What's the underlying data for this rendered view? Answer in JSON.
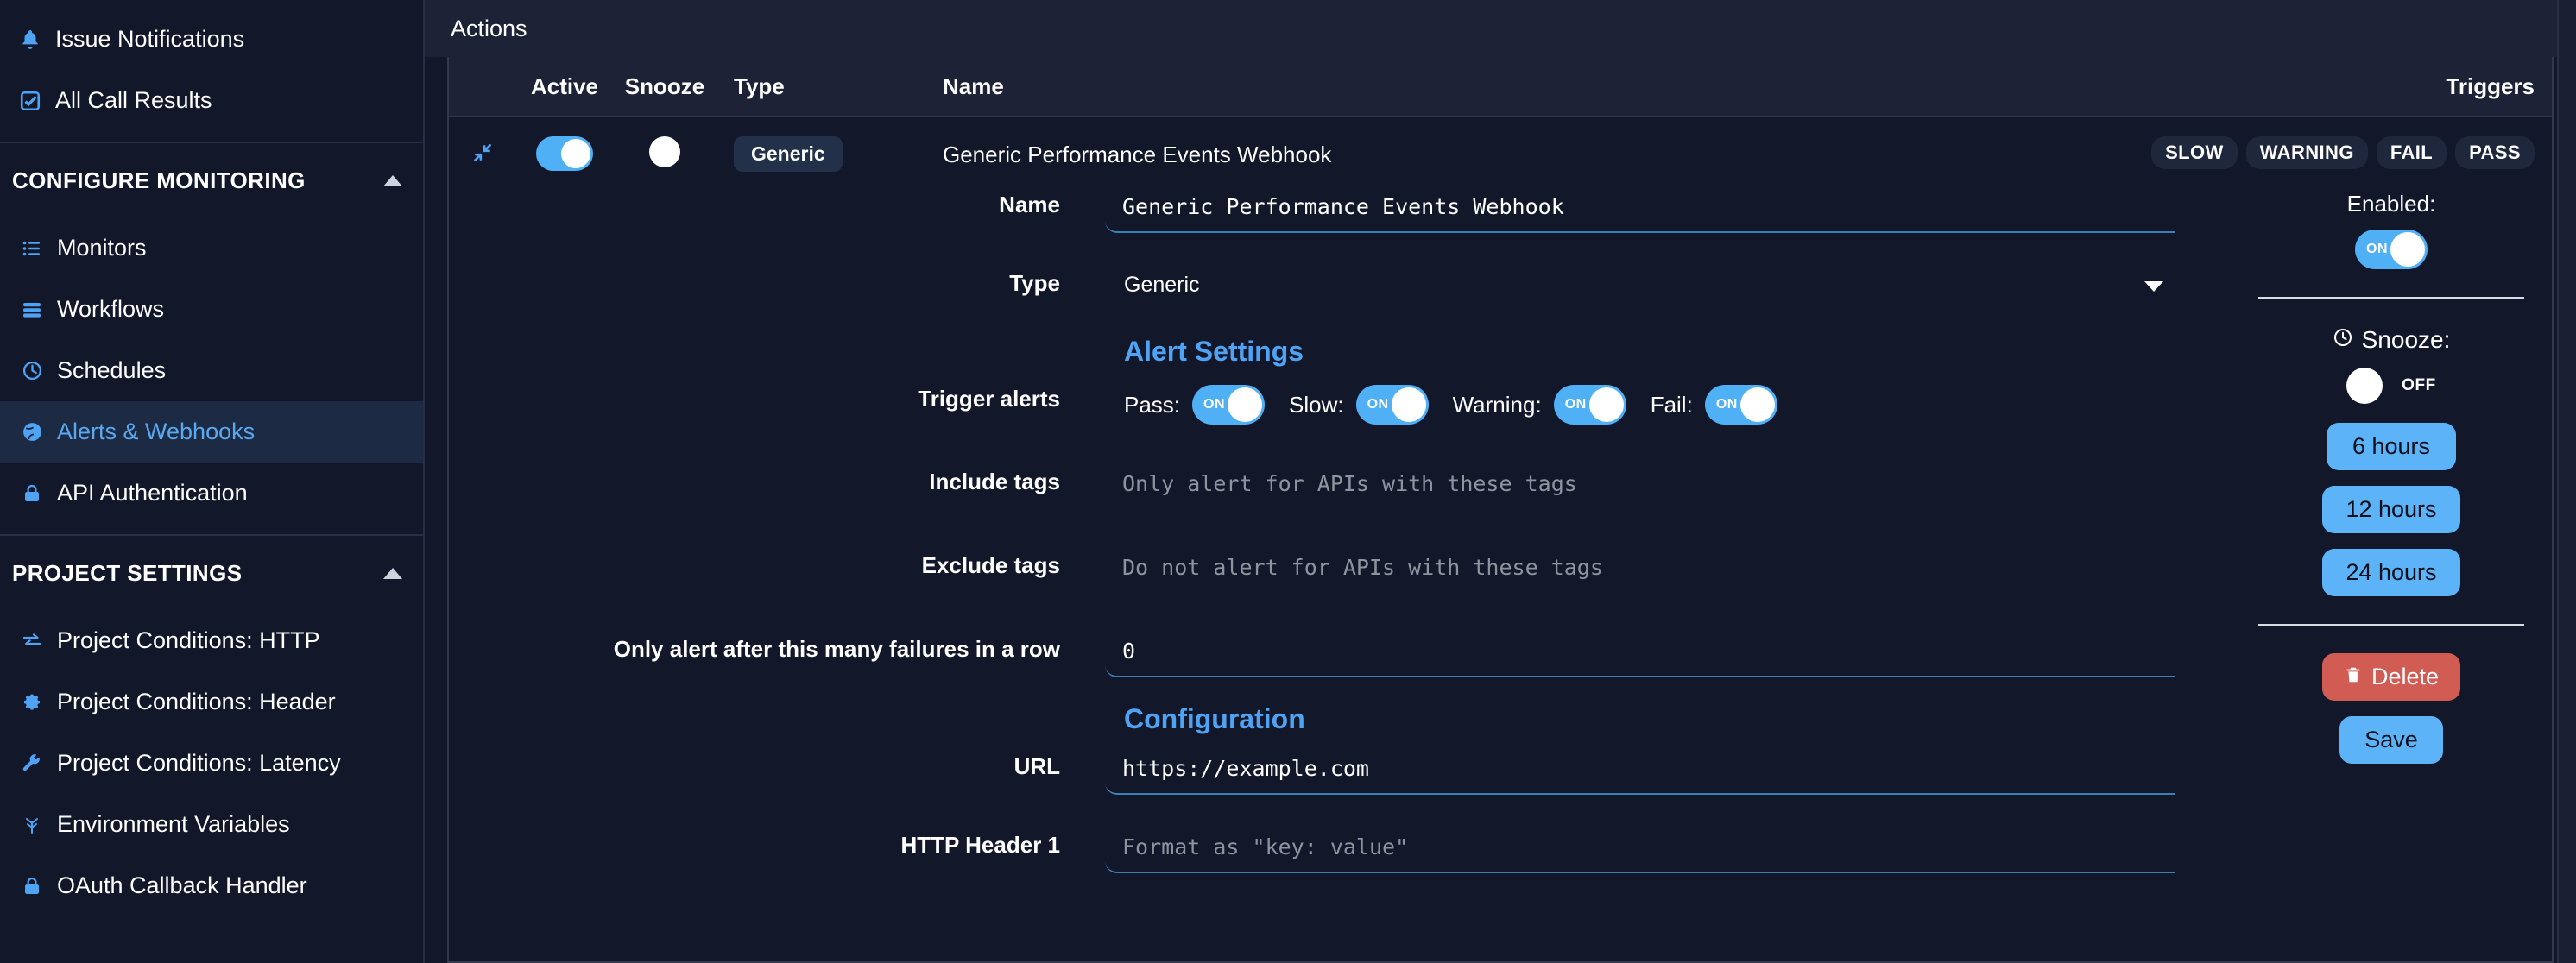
{
  "sidebar": {
    "top_items": [
      {
        "label": "Issue Notifications",
        "icon": "bell-icon"
      },
      {
        "label": "All Call Results",
        "icon": "check-square-icon"
      }
    ],
    "groups": [
      {
        "title": "CONFIGURE MONITORING",
        "items": [
          {
            "label": "Monitors",
            "icon": "list-icon"
          },
          {
            "label": "Workflows",
            "icon": "workflow-icon"
          },
          {
            "label": "Schedules",
            "icon": "clock-icon"
          },
          {
            "label": "Alerts & Webhooks",
            "icon": "globe-icon",
            "active": true
          },
          {
            "label": "API Authentication",
            "icon": "lock-icon"
          }
        ]
      },
      {
        "title": "PROJECT SETTINGS",
        "items": [
          {
            "label": "Project Conditions: HTTP",
            "icon": "exchange-icon"
          },
          {
            "label": "Project Conditions: Header",
            "icon": "gear-icon"
          },
          {
            "label": "Project Conditions: Latency",
            "icon": "wrench-icon"
          },
          {
            "label": "Environment Variables",
            "icon": "seedling-icon"
          },
          {
            "label": "OAuth Callback Handler",
            "icon": "lock-icon"
          }
        ]
      }
    ]
  },
  "main": {
    "header_title": "Actions",
    "table": {
      "columns": {
        "active": "Active",
        "snooze": "Snooze",
        "type": "Type",
        "name": "Name",
        "triggers": "Triggers"
      },
      "row": {
        "expand_icon": "collapse-arrows-icon",
        "active_on": true,
        "snooze_on": false,
        "type_badge": "Generic",
        "name": "Generic Performance Events Webhook",
        "trigger_badges": [
          "SLOW",
          "WARNING",
          "FAIL",
          "PASS"
        ]
      }
    },
    "form": {
      "name_label": "Name",
      "name_value": "Generic Performance Events Webhook",
      "type_label": "Type",
      "type_value": "Generic",
      "alert_settings_title": "Alert Settings",
      "trigger_alerts_label": "Trigger alerts",
      "triggers": [
        {
          "label": "Pass:",
          "state": "ON"
        },
        {
          "label": "Slow:",
          "state": "ON"
        },
        {
          "label": "Warning:",
          "state": "ON"
        },
        {
          "label": "Fail:",
          "state": "ON"
        }
      ],
      "include_tags_label": "Include tags",
      "include_tags_placeholder": "Only alert for APIs with these tags",
      "include_tags_value": "",
      "exclude_tags_label": "Exclude tags",
      "exclude_tags_placeholder": "Do not alert for APIs with these tags",
      "exclude_tags_value": "",
      "failures_label": "Only alert after this many failures in a row",
      "failures_value": "0",
      "configuration_title": "Configuration",
      "url_label": "URL",
      "url_value": "https://example.com",
      "header1_label": "HTTP Header 1",
      "header1_placeholder": "Format as \"key: value\"",
      "header1_value": ""
    },
    "rail": {
      "enabled_label": "Enabled:",
      "enabled_state": "ON",
      "snooze_label": "Snooze:",
      "snooze_state": "OFF",
      "snooze_options": [
        "6 hours",
        "12 hours",
        "24 hours"
      ],
      "delete_label": "Delete",
      "save_label": "Save"
    }
  },
  "colors": {
    "accent": "#4ea3f5",
    "toggle_on": "#4fb0f5",
    "danger": "#d05c54",
    "sidebar_bg": "#12172a",
    "main_bg": "#13172a",
    "header_bg": "#1e2236"
  }
}
